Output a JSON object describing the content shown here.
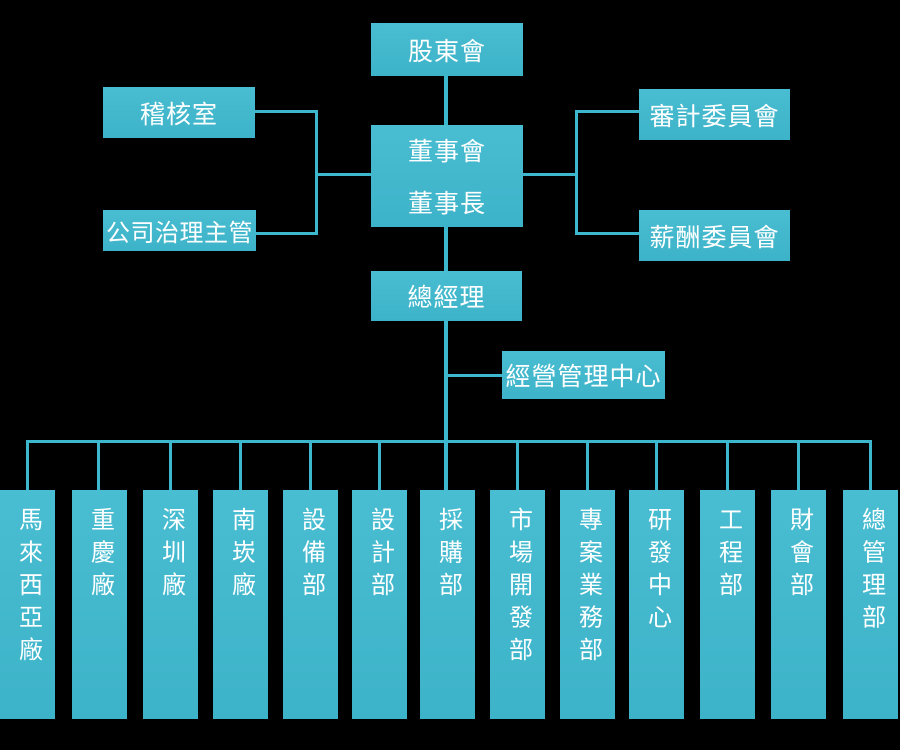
{
  "colors": {
    "background": "#000000",
    "node_fill": "#41b7cb",
    "connector": "#3db7cd",
    "text": "#ffffff"
  },
  "org": {
    "shareholders": "股東會",
    "board_line1": "董事會",
    "board_line2": "董事長",
    "audit_office": "稽核室",
    "governance_officer": "公司治理主管",
    "audit_committee": "審計委員會",
    "compensation_committee": "薪酬委員會",
    "general_manager": "總經理",
    "management_center": "經營管理中心"
  },
  "departments": [
    {
      "label": "馬來西亞廠"
    },
    {
      "label": "重慶廠"
    },
    {
      "label": "深圳廠"
    },
    {
      "label": "南崁廠"
    },
    {
      "label": "設備部"
    },
    {
      "label": "設計部"
    },
    {
      "label": "採購部"
    },
    {
      "label": "市場開發部"
    },
    {
      "label": "專案業務部"
    },
    {
      "label": "研發中心"
    },
    {
      "label": "工程部"
    },
    {
      "label": "財會部"
    },
    {
      "label": "總管理部"
    }
  ]
}
